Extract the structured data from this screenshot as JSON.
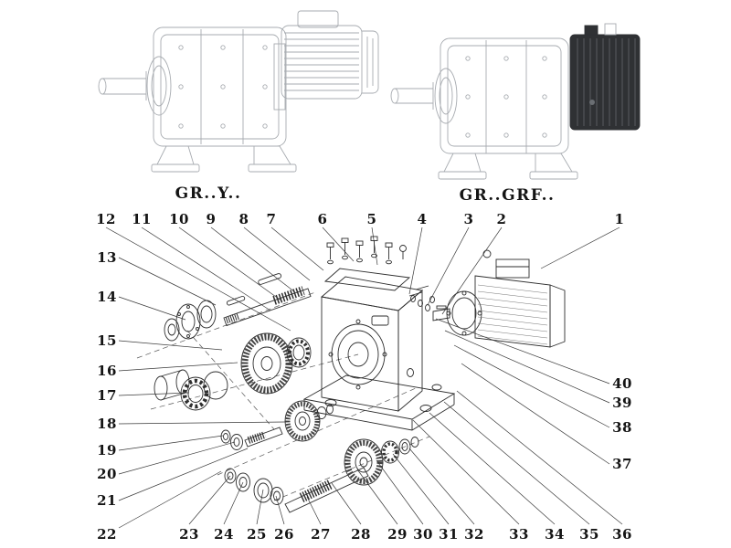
{
  "titles": {
    "left": "GR..Y..",
    "right": "GR..GRF.."
  },
  "callouts": [
    "12",
    "11",
    "10",
    "9",
    "8",
    "7",
    "6",
    "5",
    "4",
    "3",
    "2",
    "1",
    "13",
    "14",
    "15",
    "16",
    "17",
    "18",
    "19",
    "20",
    "21",
    "22",
    "23",
    "24",
    "25",
    "26",
    "27",
    "28",
    "29",
    "30",
    "31",
    "32",
    "33",
    "34",
    "35",
    "36",
    "37",
    "38",
    "39",
    "40"
  ],
  "colors": {
    "ink": "#2e2e2e",
    "line_art_gray": "#a7abb0",
    "brake_block": "#2f3134",
    "background": "#ffffff"
  }
}
